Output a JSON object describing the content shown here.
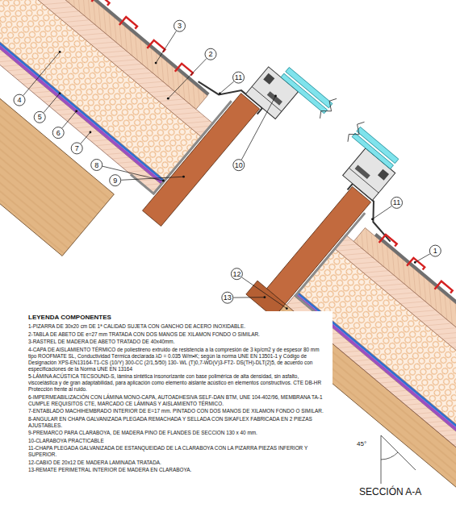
{
  "diagram": {
    "caption": "SECCIÓN A-A",
    "labels": [
      "3",
      "2",
      "11",
      "4",
      "5",
      "6",
      "7",
      "10",
      "8",
      "9",
      "11",
      "12",
      "1",
      "13",
      "45°",
      "LEYENDA COMPONENTES",
      "1-PIZARRA DE 30x20 cm DE 1ª CALIDAD SUJETA CON GANCHO DE ACERO INOXIDABLE.",
      "2-TABLA DE ABETO DE e=27 mm TRATADA CON DOS MANOS DE XILAMON FONDO O SIMILAR.",
      "3-RASTREL DE MADERA DE ABETO TRATADO DE 40x40mm.",
      "4-CAPA DE AISLAMIENTO TÉRMICO de poliestireno extruido de resistencia a la compresión de 3 kp/cm2 y de espesor 80 mm tipo ROOFMATE SL, Conductividad Térmica declarada λD = 0.035 W/m•K; según la norma UNE EN 13501-1 y Código de Designación XPS-EN13164-T1-CS (10/Y) 300-CC (2/1,5/50) 130- WL (T)0,7-WD(V)3-FT2- DS(TH)-DLT(2)5, de acuerdo con especificaciones de la Norma UNE EN 13164",
      "5-LÁMINA ACÚSTICA TECSOUND-S, lámina sintética insonorizante con base polimérica de alta densidad, sin asfalto, viscoelástica y de gran adaptabilidad, para aplicación como elemento aislante acústico en elementos constructivos. CTE DB-HR Protección frente al ruido.",
      "6-IMPERMEABILIZACIÓN CON LÁMINA MONO-CAPA, AUTOADHESIVA SELF-DAN BTM, UNE 104-402/96, MEMBRANA TA-1 CUMPLE REQUISITOS CTE, MARCADO CE LÁMINAS Y AISLAMIENTO TÉRMICO.",
      "7-ENTABLADO MACHIHEMBRADO INTERIOR DE E=17 mm. PINTADO CON DOS MANOS DE XILAMON FONDO O SIMILAR.",
      "8-ANGULAR EN CHAPA GALVANIZADA PLEGADA REMACHADA Y SELLADA CON SIKAFLEX FABRICADA EN 2 PIEZAS AJUSTABLES.",
      "9-PREMARCO PARA CLARABOYA, DE MADERA PINO DE FLANDES DE SECCION 130 x 40 mm.",
      "10-CLARABOYA PRACTICABLE",
      "11-CHAPA PLEGADA GALVANIZADA DE ESTANQUEIDAD DE LA CLARABOYA CON LA PIZARRA PIEZAS INFERIOR Y SUPERIOR.",
      "12-CABIO DE 20x12 DE MADERA LAMINADA TRATADA.",
      "13-REMATE PERIMETRAL INTERIOR DE MADERA EN CLARABOYA."
    ]
  }
}
